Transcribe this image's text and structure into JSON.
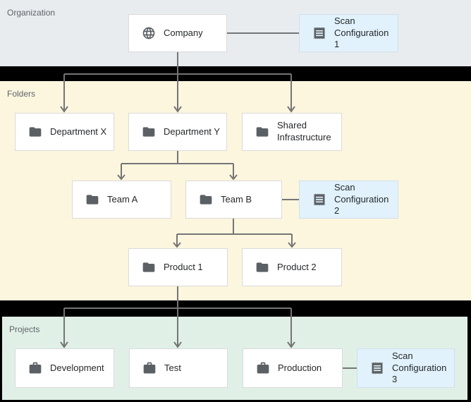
{
  "sections": {
    "organization": {
      "label": "Organization"
    },
    "folders": {
      "label": "Folders"
    },
    "projects": {
      "label": "Projects"
    }
  },
  "nodes": {
    "company": {
      "label": "Company",
      "icon": "globe-icon"
    },
    "scan_config_1": {
      "label": "Scan Configuration 1",
      "icon": "receipt-icon"
    },
    "department_x": {
      "label": "Department X",
      "icon": "folder-icon"
    },
    "department_y": {
      "label": "Department Y",
      "icon": "folder-icon"
    },
    "shared_infrastructure": {
      "label": "Shared Infrastructure",
      "icon": "folder-icon"
    },
    "team_a": {
      "label": "Team A",
      "icon": "folder-icon"
    },
    "team_b": {
      "label": "Team B",
      "icon": "folder-icon"
    },
    "scan_config_2": {
      "label": "Scan Configuration 2",
      "icon": "receipt-icon"
    },
    "product_1": {
      "label": "Product 1",
      "icon": "folder-icon"
    },
    "product_2": {
      "label": "Product 2",
      "icon": "folder-icon"
    },
    "development": {
      "label": "Development",
      "icon": "briefcase-icon"
    },
    "test": {
      "label": "Test",
      "icon": "briefcase-icon"
    },
    "production": {
      "label": "Production",
      "icon": "briefcase-icon"
    },
    "scan_config_3": {
      "label": "Scan Configuration 3",
      "icon": "receipt-icon"
    }
  },
  "edges": [
    {
      "from": "company",
      "to": "scan_config_1",
      "type": "link"
    },
    {
      "from": "company",
      "to": "department_x",
      "type": "arrow"
    },
    {
      "from": "company",
      "to": "department_y",
      "type": "arrow"
    },
    {
      "from": "company",
      "to": "shared_infrastructure",
      "type": "arrow"
    },
    {
      "from": "department_y",
      "to": "team_a",
      "type": "arrow"
    },
    {
      "from": "department_y",
      "to": "team_b",
      "type": "arrow"
    },
    {
      "from": "team_b",
      "to": "scan_config_2",
      "type": "link"
    },
    {
      "from": "team_b",
      "to": "product_1",
      "type": "arrow"
    },
    {
      "from": "team_b",
      "to": "product_2",
      "type": "arrow"
    },
    {
      "from": "product_1",
      "to": "development",
      "type": "arrow"
    },
    {
      "from": "product_1",
      "to": "test",
      "type": "arrow"
    },
    {
      "from": "product_1",
      "to": "production",
      "type": "arrow"
    },
    {
      "from": "production",
      "to": "scan_config_3",
      "type": "link"
    }
  ],
  "colors": {
    "organization_bg": "#e8ecef",
    "folders_bg": "#fcf6df",
    "projects_bg": "#e0f0e7",
    "scan_config_bg": "#e1f2fc",
    "node_bg": "#ffffff",
    "connector": "#757575",
    "icon": "#5b6065",
    "section_label": "#5f6368"
  }
}
